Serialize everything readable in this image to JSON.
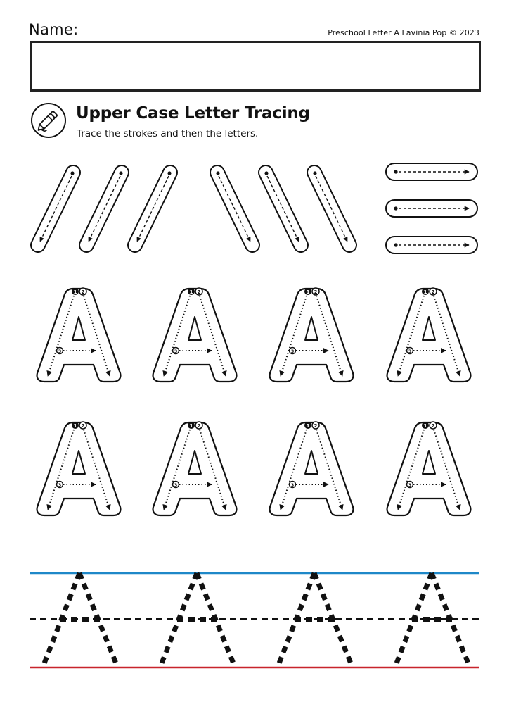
{
  "header": {
    "name_label": "Name:",
    "copyright": "Preschool Letter A Lavinia Pop © 2023",
    "name_field_value": ""
  },
  "section": {
    "title": "Upper Case Letter Tracing",
    "instruction": "Trace the strokes and then the letters.",
    "icon": "pencil-icon"
  },
  "practice": {
    "diagonal_left_strokes": 3,
    "diagonal_right_strokes": 3,
    "horizontal_strokes": 3,
    "letter": "A",
    "outlined_rows": 2,
    "letters_per_row": 4,
    "stroke_order_labels": [
      "1",
      "2",
      "3"
    ],
    "dotted_letters_on_lines": 4
  },
  "colors": {
    "ink": "#111111",
    "top_line": "#1e88c8",
    "mid_line": "#111111",
    "base_line": "#c8242c"
  }
}
